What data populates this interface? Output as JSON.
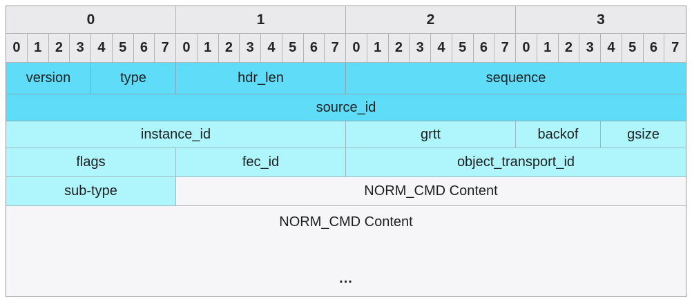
{
  "diagram": {
    "byte_headers": [
      "0",
      "1",
      "2",
      "3"
    ],
    "bit_headers": [
      "0",
      "1",
      "2",
      "3",
      "4",
      "5",
      "6",
      "7",
      "0",
      "1",
      "2",
      "3",
      "4",
      "5",
      "6",
      "7",
      "0",
      "1",
      "2",
      "3",
      "4",
      "5",
      "6",
      "7",
      "0",
      "1",
      "2",
      "3",
      "4",
      "5",
      "6",
      "7"
    ],
    "rows": [
      {
        "cells": [
          {
            "label": "version",
            "bits": 4
          },
          {
            "label": "type",
            "bits": 4
          },
          {
            "label": "hdr_len",
            "bits": 8
          },
          {
            "label": "sequence",
            "bits": 16
          }
        ]
      },
      {
        "cells": [
          {
            "label": "source_id",
            "bits": 32
          }
        ]
      },
      {
        "cells": [
          {
            "label": "instance_id",
            "bits": 16
          },
          {
            "label": "grtt",
            "bits": 8
          },
          {
            "label": "backof",
            "bits": 4
          },
          {
            "label": "gsize",
            "bits": 4
          }
        ]
      },
      {
        "cells": [
          {
            "label": "flags",
            "bits": 8
          },
          {
            "label": "fec_id",
            "bits": 8
          },
          {
            "label": "object_transport_id",
            "bits": 16
          }
        ]
      },
      {
        "cells": [
          {
            "label": "sub-type",
            "bits": 8
          },
          {
            "label": "NORM_CMD Content",
            "bits": 24
          }
        ]
      }
    ],
    "footer": {
      "label": "NORM_CMD Content",
      "ellipsis": "..."
    },
    "colors": {
      "field_dark_cyan": "#5EDCF8",
      "field_pale_cyan": "#AEF6FC",
      "header_gray": "#EAEAEC",
      "content_gray": "#F6F6F8"
    }
  }
}
